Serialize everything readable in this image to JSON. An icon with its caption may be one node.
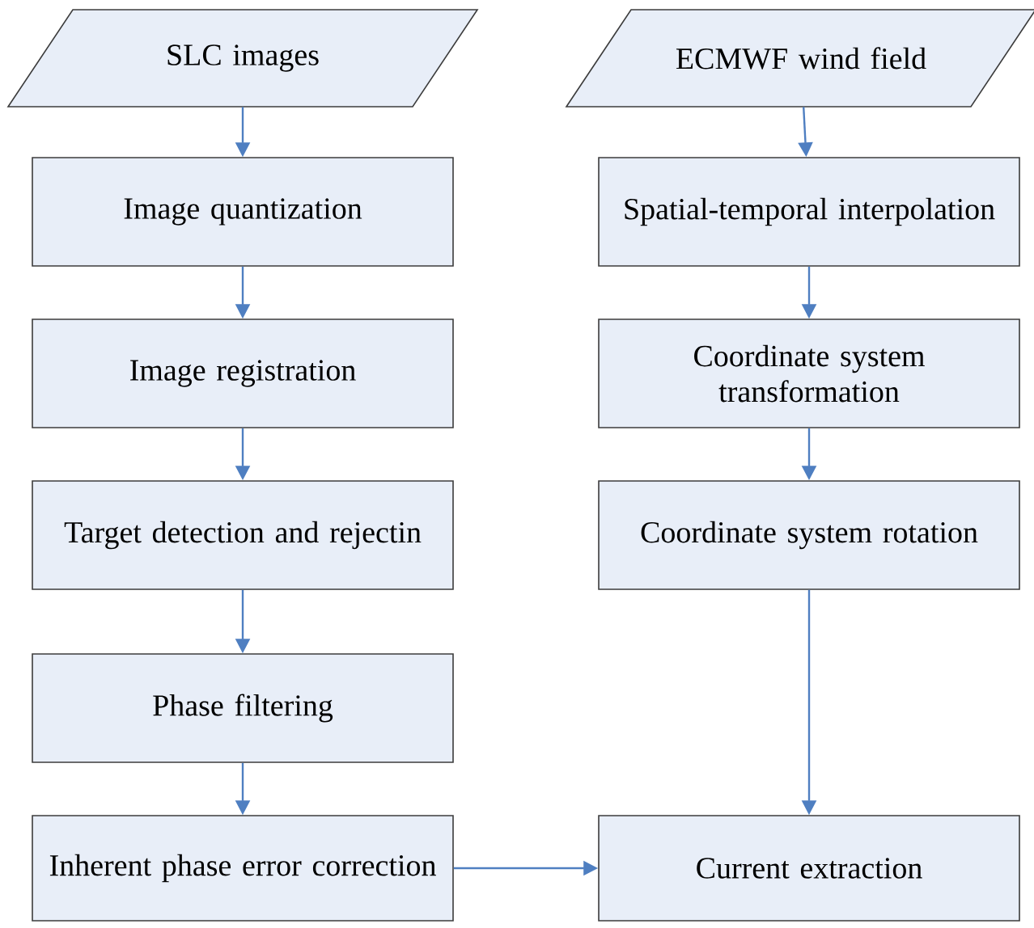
{
  "diagram": {
    "nodes": [
      {
        "text": [
          "SLC images"
        ]
      },
      {
        "text": [
          "Image quantization"
        ]
      },
      {
        "text": [
          "Image registration"
        ]
      },
      {
        "text": [
          "Target detection and rejectin"
        ]
      },
      {
        "text": [
          "Phase filtering"
        ]
      },
      {
        "text": [
          "Inherent phase error correction"
        ]
      },
      {
        "text": [
          "ECMWF wind field"
        ]
      },
      {
        "text": [
          "Spatial-temporal interpolation"
        ]
      },
      {
        "text": [
          "Coordinate system transformation"
        ]
      },
      {
        "text": [
          "Coordinate system rotation"
        ]
      },
      {
        "text": [
          "Current extraction"
        ]
      }
    ],
    "edges": [
      {
        "from": 0,
        "to": 1,
        "arrow": "to"
      },
      {
        "from": 1,
        "to": 2,
        "arrow": "to"
      },
      {
        "from": 2,
        "to": 3,
        "arrow": "to"
      },
      {
        "from": 3,
        "to": 4,
        "arrow": "to"
      },
      {
        "from": 4,
        "to": 5,
        "arrow": "to"
      },
      {
        "from": 6,
        "to": 7,
        "arrow": "to"
      },
      {
        "from": 7,
        "to": 8,
        "arrow": "to"
      },
      {
        "from": 8,
        "to": 9,
        "arrow": "to"
      },
      {
        "from": 9,
        "to": 10,
        "arrow": "to"
      },
      {
        "from": 5,
        "to": 10,
        "arrow": "to"
      }
    ]
  }
}
